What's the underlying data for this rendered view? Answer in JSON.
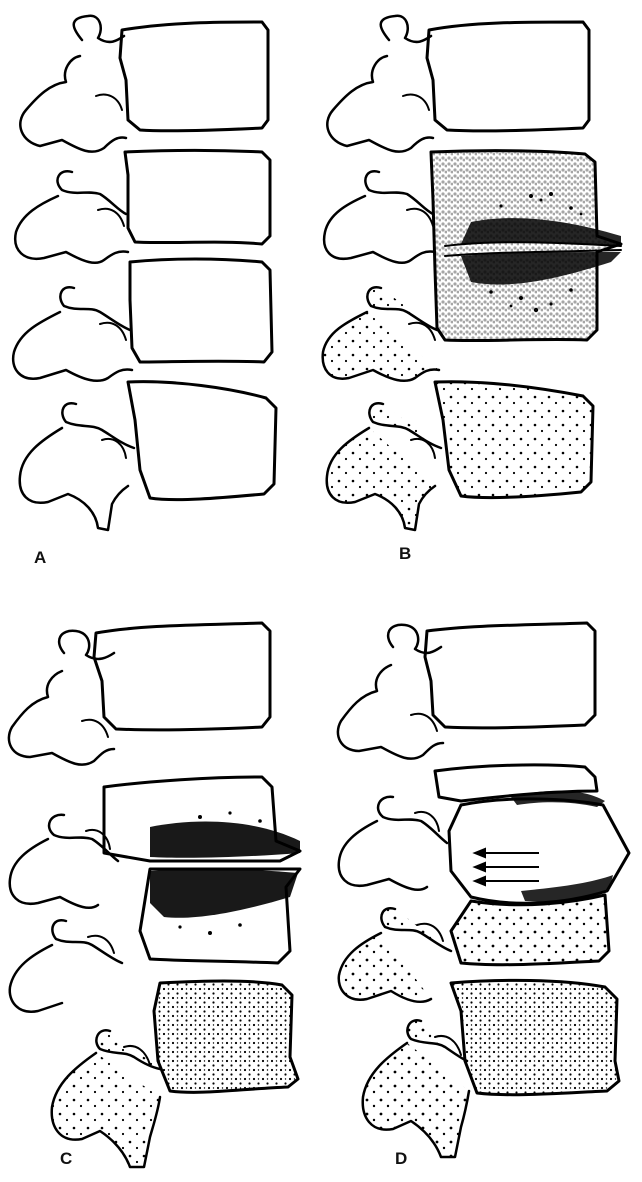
{
  "panels": [
    {
      "id": "A",
      "label": "A"
    },
    {
      "id": "B",
      "label": "B"
    },
    {
      "id": "C",
      "label": "C"
    },
    {
      "id": "D",
      "label": "D"
    }
  ],
  "colors": {
    "ink": "#000000",
    "paper": "#ffffff"
  }
}
